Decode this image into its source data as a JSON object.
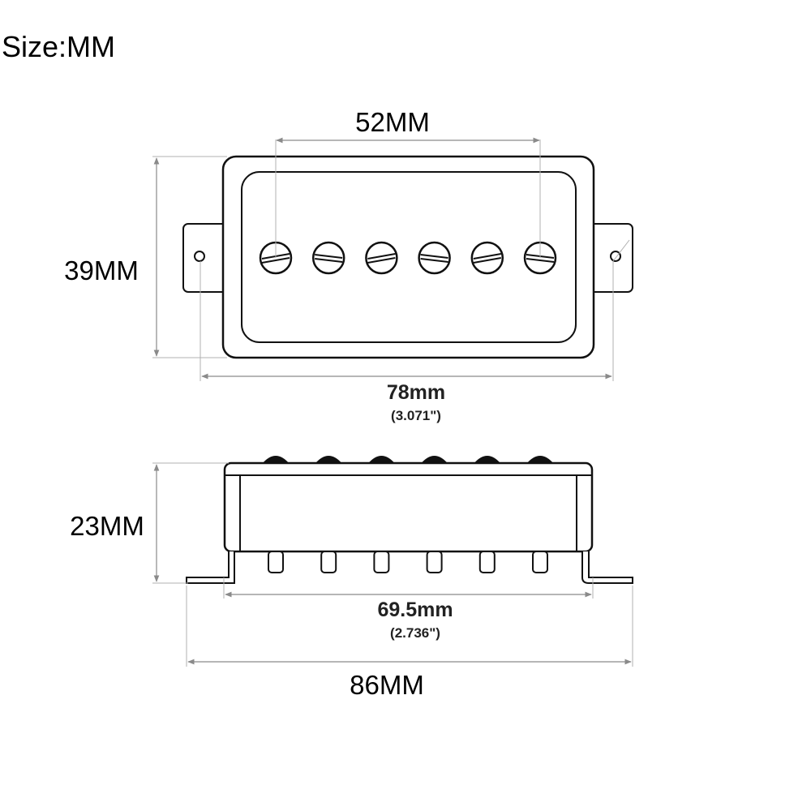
{
  "title": "Size:MM",
  "top_view": {
    "pole_spacing_label": "52MM",
    "height_label": "39MM",
    "length_label": "78mm",
    "length_inch_label": "(3.071\")",
    "pole_count": 6
  },
  "side_view": {
    "height_label": "23MM",
    "base_length_label": "69.5mm",
    "base_length_inch_label": "(2.736\")",
    "total_length_label": "86MM",
    "pole_count": 6
  },
  "colors": {
    "outline": "#111111",
    "dimension_line": "#8a8a8a"
  }
}
